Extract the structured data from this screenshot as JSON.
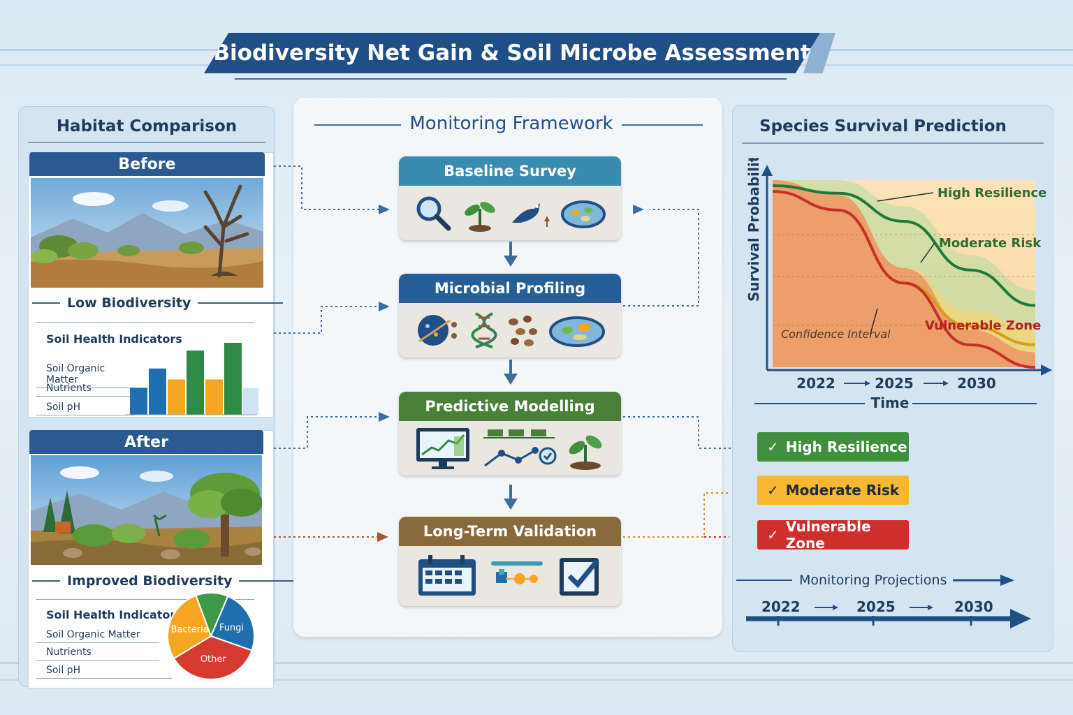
{
  "title": "Biodiversity Net Gain & Soil Microbe Assessment",
  "left": {
    "heading": "Habitat Comparison",
    "before": {
      "label": "Before",
      "caption": "Low Biodiversity",
      "indicators_title": "Soil Health Indicators",
      "indicators": [
        "Soil Organic Matter",
        "Nutrients",
        "Soil pH"
      ],
      "bars": [
        {
          "value": 0.42,
          "color": "#1f6fae"
        },
        {
          "value": 0.72,
          "color": "#1f6fae"
        },
        {
          "value": 0.55,
          "color": "#f5a623"
        },
        {
          "value": 1.0,
          "color": "#2e8b45"
        },
        {
          "value": 0.55,
          "color": "#f5a623"
        },
        {
          "value": 1.12,
          "color": "#2e8b45"
        },
        {
          "value": 0.42,
          "color": "#cfe6f2"
        }
      ]
    },
    "after": {
      "label": "After",
      "caption": "Improved Biodiversity",
      "indicators_title": "Soil Health Indicators",
      "indicators": [
        "Soil Organic Matter",
        "Nutrients",
        "Soil pH"
      ],
      "pie": [
        {
          "label": "Fungi",
          "value": 24,
          "color": "#1f6fae"
        },
        {
          "label": "Other",
          "value": 36,
          "color": "#d63a2f"
        },
        {
          "label": "Bacteria",
          "value": 28,
          "color": "#f5a623"
        },
        {
          "label": "",
          "value": 12,
          "color": "#3a9a4a"
        }
      ]
    }
  },
  "middle": {
    "heading": "Monitoring Framework",
    "stages": [
      {
        "label": "Baseline Survey",
        "color": "#3a8bb0"
      },
      {
        "label": "Microbial Profiling",
        "color": "#265f97"
      },
      {
        "label": "Predictive Modelling",
        "color": "#4a7f3a"
      },
      {
        "label": "Long-Term Validation",
        "color": "#8a6a3c"
      }
    ]
  },
  "right": {
    "heading": "Species Survival Prediction",
    "chart_data": {
      "type": "area",
      "title": "Species Survival Prediction",
      "xlabel": "Time",
      "ylabel": "Survival Probability",
      "x_ticks": [
        "2022",
        "2025",
        "2030"
      ],
      "series": [
        {
          "name": "High Resilience",
          "color": "#1e7a3a",
          "values": [
            0.97,
            0.93,
            0.78,
            0.52,
            0.33
          ]
        },
        {
          "name": "Moderate Risk",
          "color": "#d99a1e",
          "values": [
            0.94,
            0.84,
            0.45,
            0.22,
            0.12
          ]
        },
        {
          "name": "Vulnerable Zone",
          "color": "#c7302a",
          "values": [
            0.94,
            0.84,
            0.45,
            0.12,
            0.0
          ]
        }
      ],
      "annotations": [
        "High Resilience",
        "Moderate Risk",
        "Vulnerable Zone",
        "Confidence Interval"
      ]
    },
    "legend": [
      {
        "label": "High Resilience",
        "bg": "#3f8f3c",
        "fg": "#ffffff"
      },
      {
        "label": "Moderate Risk",
        "bg": "#f7b731",
        "fg": "#1f2a3a"
      },
      {
        "label": "Vulnerable Zone",
        "bg": "#cf2f2a",
        "fg": "#ffffff"
      }
    ],
    "projections": {
      "label": "Monitoring Projections",
      "years": [
        "2022",
        "2025",
        "2030"
      ]
    }
  }
}
